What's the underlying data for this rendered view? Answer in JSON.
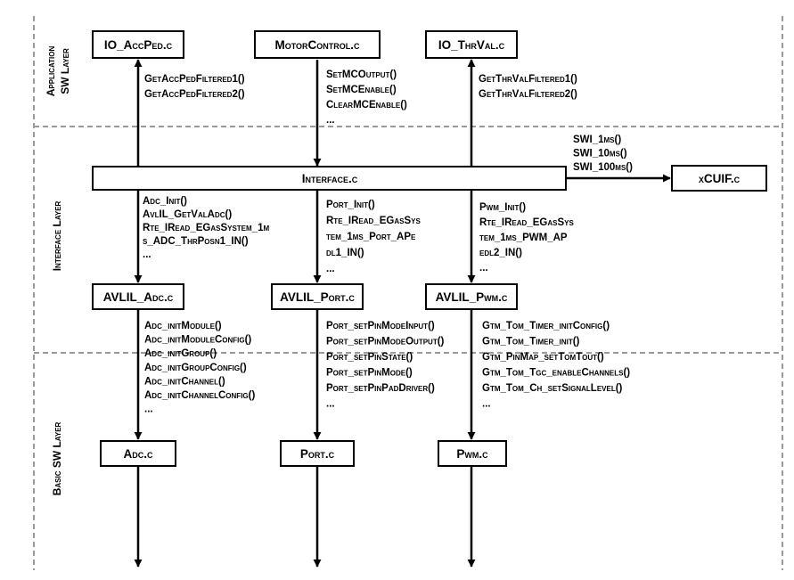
{
  "layers": {
    "application": [
      "Application",
      "SW Layer"
    ],
    "interface": "Interface Layer",
    "basic": "Basic SW Layer"
  },
  "modules": {
    "io_accped": "IO_AccPed.c",
    "motorcontrol": "MotorControl.c",
    "io_thrval": "IO_ThrVal.c",
    "interface": "Interface.c",
    "xcuif": "xCUIF.c",
    "avlil_adc": "AVLIL_Adc.c",
    "avlil_port": "AVLIL_Port.c",
    "avlil_pwm": "AVLIL_Pwm.c",
    "adc": "Adc.c",
    "port": "Port.c",
    "pwm": "Pwm.c"
  },
  "functions": {
    "accped": [
      "GetAccPedFiltered1()",
      "GetAccPedFiltered2()"
    ],
    "motorcontrol": [
      "SetMCOutput()",
      "SetMCEnable()",
      "ClearMCEnable()",
      "..."
    ],
    "thrval": [
      "GetThrValFiltered1()",
      "GetThrValFiltered2()"
    ],
    "swi": [
      "SWI_1ms()",
      "SWI_10ms()",
      "SWI_100ms()"
    ],
    "if_adc": [
      "Adc_Init()",
      "AvlIL_GetValAdc()",
      "Rte_IRead_EGasSystem_1m",
      "s_ADC_ThrPosn1_IN()",
      "..."
    ],
    "if_port": [
      "Port_Init()",
      "Rte_IRead_EGasSys",
      "tem_1ms_Port_APe",
      "dl1_IN()",
      "..."
    ],
    "if_pwm": [
      "Pwm_Init()",
      "Rte_IRead_EGasSys",
      "tem_1ms_PWM_AP",
      "edl2_IN()",
      "..."
    ],
    "adc": [
      "Adc_initModule()",
      "Adc_initModuleConfig()",
      "Adc_initGroup()",
      "Adc_initGroupConfig()",
      "Adc_initChannel()",
      "Adc_initChannelConfig()",
      "..."
    ],
    "port": [
      "Port_setPinModeInput()",
      "Port_setPinModeOutput()",
      "Port_setPinState()",
      "Port_setPinMode()",
      "Port_setPinPadDriver()",
      "..."
    ],
    "pwm": [
      "Gtm_Tom_Timer_initConfig()",
      "Gtm_Tom_Timer_init()",
      "Gtm_PinMap_setTomTout()",
      "Gtm_Tom_Tgc_enableChannels()",
      "Gtm_Tom_Ch_setSignalLevel()",
      "..."
    ]
  }
}
